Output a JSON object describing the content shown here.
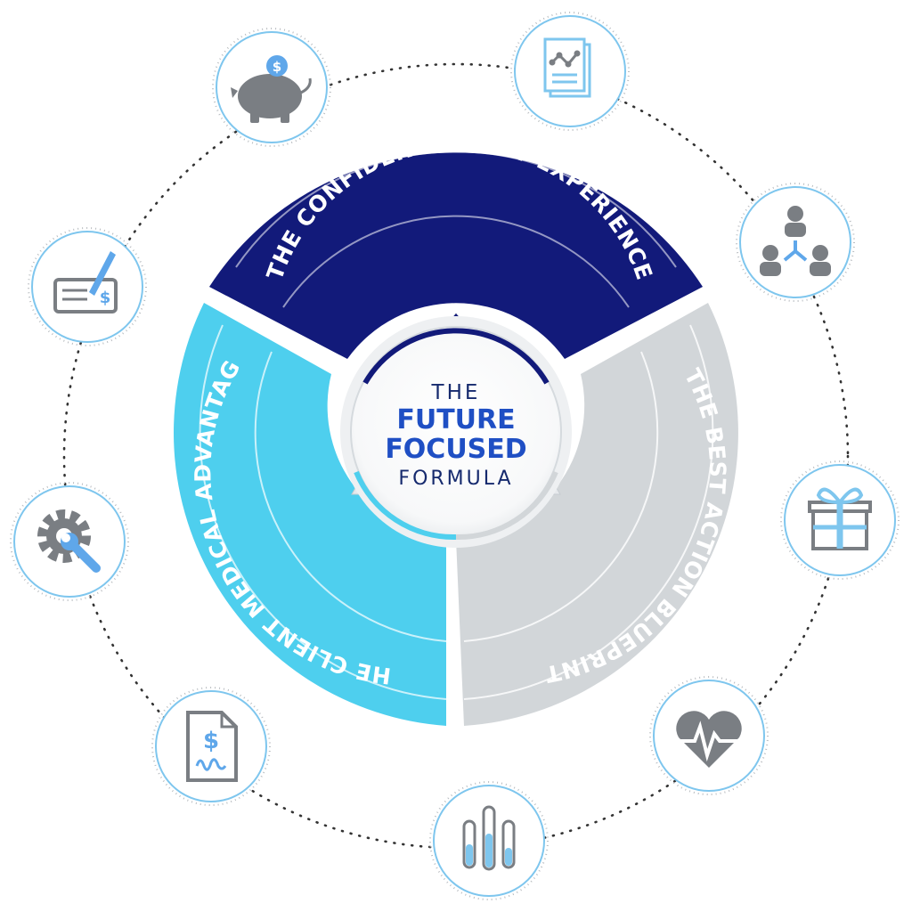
{
  "center": {
    "line1": "THE",
    "line2": "FUTURE",
    "line3": "FOCUSED",
    "line4": "FORMULA"
  },
  "segments": {
    "top": "THE CONFIDENT CLIENT EXPERIENCE",
    "right": "THE BEST ACTION BLUEPRINT",
    "left": "THE CLIENT MEDICAL ADVANTAGE"
  },
  "icons": [
    {
      "name": "piggy-bank-icon"
    },
    {
      "name": "report-chart-icon"
    },
    {
      "name": "team-network-icon"
    },
    {
      "name": "gift-icon"
    },
    {
      "name": "heart-pulse-icon"
    },
    {
      "name": "test-tubes-icon"
    },
    {
      "name": "signed-document-icon"
    },
    {
      "name": "gear-wrench-icon"
    },
    {
      "name": "check-pen-icon"
    }
  ],
  "colors": {
    "navy": "#121a7a",
    "sky": "#4ecfee",
    "gray": "#d2d6d9",
    "blue_text": "#1f4fc4",
    "navy_text": "#162a6e",
    "icon_gray": "#7a7e83",
    "icon_blue": "#5fa7ea",
    "ring_border": "#7ec6ee"
  }
}
